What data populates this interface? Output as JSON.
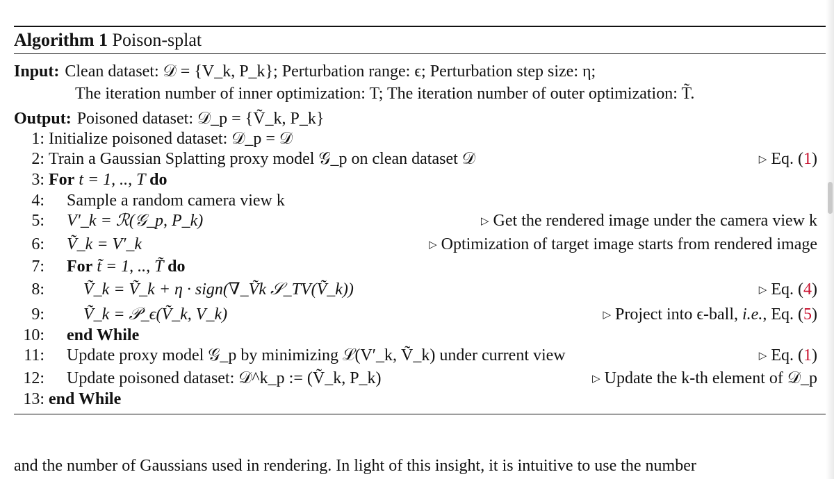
{
  "algorithm": {
    "title_label": "Algorithm 1",
    "title_name": "Poison-splat",
    "input_label": "Input:",
    "input_line1": "Clean dataset: 𝒟 = {V_k, P_k}; Perturbation range: ϵ; Perturbation step size: η;",
    "input_line2": "The iteration number of inner optimization: T; The iteration number of outer optimization: T̃.",
    "output_label": "Output:",
    "output_text": "Poisoned dataset: 𝒟_p = {Ṽ_k, P_k}",
    "steps": [
      {
        "num": "1",
        "text": "Initialize poisoned dataset: 𝒟_p = 𝒟",
        "comment": ""
      },
      {
        "num": "2",
        "text": "Train a Gaussian Splatting proxy model 𝒢_p on clean dataset 𝒟",
        "comment": "Eq. (1)"
      },
      {
        "num": "3",
        "kw1": "For",
        "text": " t = 1, .., T ",
        "kw2": "do",
        "comment": ""
      },
      {
        "num": "4",
        "text": "Sample a random camera view k",
        "comment": ""
      },
      {
        "num": "5",
        "text": "V′_k = ℛ(𝒢_p, P_k)",
        "comment": "Get the rendered image under the camera view k"
      },
      {
        "num": "6",
        "text": "Ṽ_k = V′_k",
        "comment": "Optimization of target image starts from rendered image"
      },
      {
        "num": "7",
        "kw1": "For",
        "text": " t̃ = 1, .., T̃ ",
        "kw2": "do",
        "comment": ""
      },
      {
        "num": "8",
        "text": "Ṽ_k = Ṽ_k + η · sign(∇_Ṽk 𝒮_TV(Ṽ_k))",
        "comment": "Eq. (4)"
      },
      {
        "num": "9",
        "text": "Ṽ_k = 𝒫_ϵ(Ṽ_k, V_k)",
        "comment_a": "Project into ϵ-ball, ",
        "comment_b": "i.e.",
        "comment_c": ", Eq. (5)"
      },
      {
        "num": "10",
        "kw1": "end While",
        "comment": ""
      },
      {
        "num": "11",
        "text": "Update proxy model 𝒢_p by minimizing ℒ(V′_k, Ṽ_k) under current view",
        "comment": "Eq. (1)"
      },
      {
        "num": "12",
        "text": "Update poisoned dataset: 𝒟^k_p := (Ṽ_k, P_k)",
        "comment": "Update the k-th element of 𝒟_p"
      },
      {
        "num": "13",
        "kw1": "end While",
        "comment": ""
      }
    ]
  },
  "comment_marker": "▷",
  "body_text": "and the number of Gaussians used in rendering. In light of this insight, it is intuitive to use the number"
}
